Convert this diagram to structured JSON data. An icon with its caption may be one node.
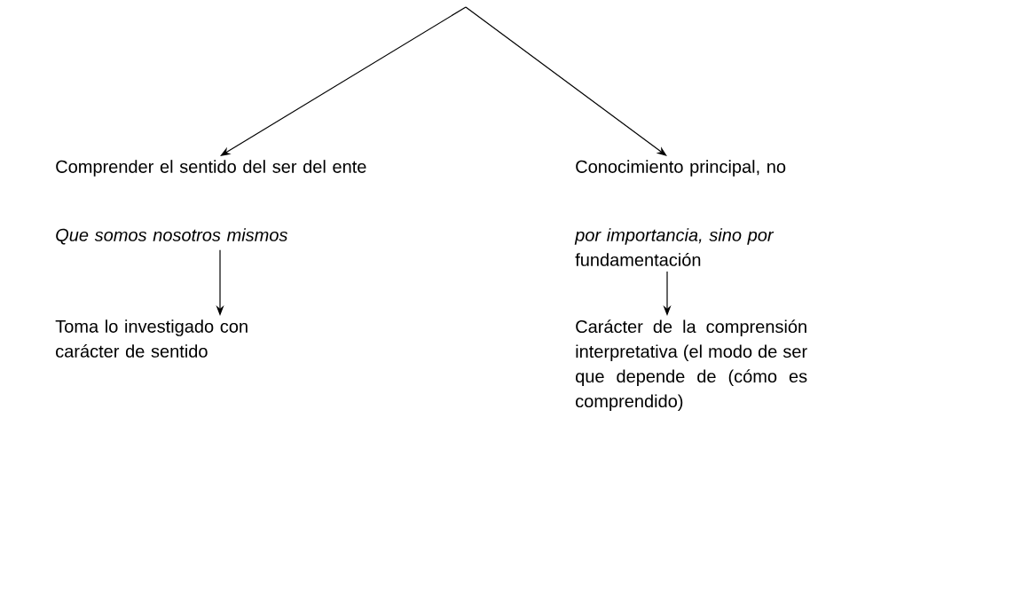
{
  "diagram": {
    "nodes": [
      {
        "text": [
          "Comprender el sentido del ser del ente",
          "Que somos nosotros mismos"
        ]
      },
      {
        "text": [
          "Conocimiento principal, no",
          "*por importancia, sino por* fundamentación"
        ]
      },
      {
        "text": [
          "Toma lo investigado con carácter de sentido"
        ]
      },
      {
        "text": [
          "Carácter de la comprensión interpretativa (el modo de ser que depende de (cómo es comprendido)"
        ]
      }
    ],
    "edges": [
      {
        "from": null,
        "to": 0,
        "arrow": "to"
      },
      {
        "from": null,
        "to": 1,
        "arrow": "to"
      },
      {
        "from": 0,
        "to": 2,
        "arrow": "to"
      },
      {
        "from": 1,
        "to": 3,
        "arrow": "to"
      }
    ]
  }
}
